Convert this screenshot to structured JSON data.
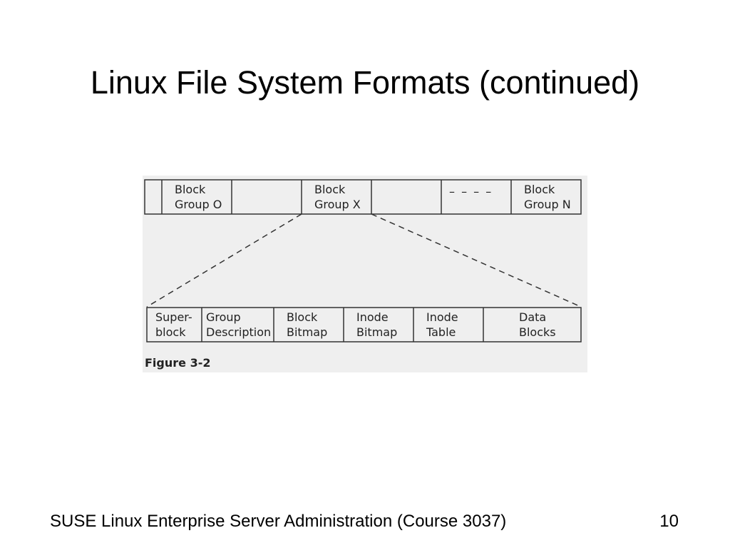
{
  "slide": {
    "title": "Linux File System Formats (continued)",
    "footer": "SUSE Linux Enterprise Server Administration (Course 3037)",
    "page_number": "10"
  },
  "figure": {
    "caption": "Figure 3-2",
    "top_row": {
      "cells": [
        {
          "line1": "",
          "line2": ""
        },
        {
          "line1": "Block",
          "line2": "Group O"
        },
        {
          "line1": "",
          "line2": ""
        },
        {
          "line1": "Block",
          "line2": "Group X"
        },
        {
          "line1": "",
          "line2": ""
        },
        {
          "line1": "",
          "line2": ""
        },
        {
          "line1": "Block",
          "line2": "Group N"
        }
      ],
      "ellipsis": "– – – –"
    },
    "bottom_row": {
      "cells": [
        {
          "line1": "Super-",
          "line2": "block"
        },
        {
          "line1": "Group",
          "line2": "Description"
        },
        {
          "line1": "Block",
          "line2": "Bitmap"
        },
        {
          "line1": "Inode",
          "line2": "Bitmap"
        },
        {
          "line1": "Inode",
          "line2": "Table"
        },
        {
          "line1": "Data",
          "line2": "Blocks"
        }
      ]
    },
    "colors": {
      "background": "#efefef",
      "stroke": "#333333",
      "text": "#222222"
    }
  }
}
